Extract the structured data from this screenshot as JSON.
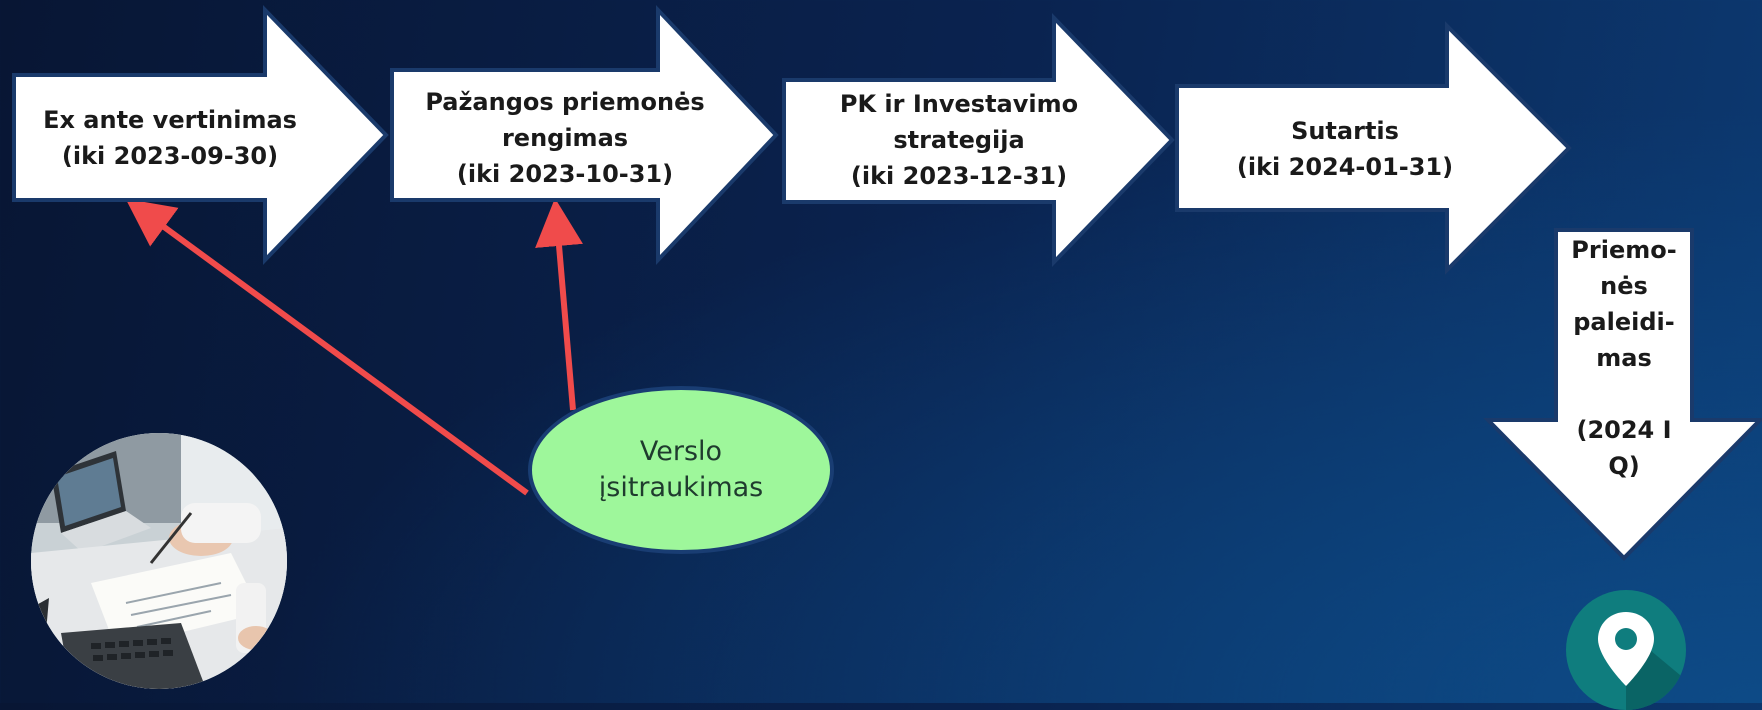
{
  "steps": [
    {
      "lines": [
        "Ex ante vertinimas",
        "(iki 2023-09-30)"
      ]
    },
    {
      "lines": [
        "Pažangos priemonės",
        "rengimas",
        "(iki 2023-10-31)"
      ]
    },
    {
      "lines": [
        "PK ir Investavimo",
        "strategija",
        "(iki 2023-12-31)"
      ]
    },
    {
      "lines": [
        "Sutartis",
        "(iki 2024-01-31)"
      ]
    }
  ],
  "launch": {
    "lines": [
      "Priemo-",
      "nės",
      "paleidi-",
      "mas",
      "",
      "(2024 I",
      "Q)"
    ]
  },
  "business": {
    "lines": [
      "Verslo",
      "įsitraukimas"
    ]
  },
  "colors": {
    "arrow_fill": "#ffffff",
    "arrow_stroke": "#1a3a6b",
    "connector": "#f04b4b",
    "ellipse_fill": "#9ef79b",
    "pin_circle": "#0f7d7e"
  },
  "icons": [
    "photo-laptop-meeting",
    "location-pin-icon"
  ]
}
